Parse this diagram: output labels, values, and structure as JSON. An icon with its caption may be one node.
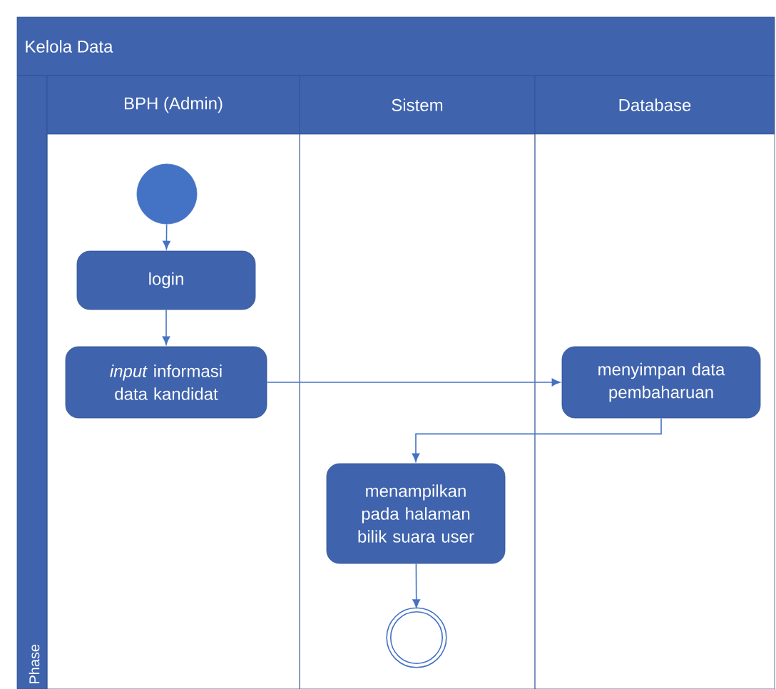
{
  "diagram": {
    "title": "Kelola Data",
    "nodes": [
      {
        "text": [
          "BPH (Admin)"
        ]
      },
      {
        "text": [
          "Sistem"
        ]
      },
      {
        "text": [
          "Database"
        ]
      },
      {
        "text": [],
        "shape": "circle",
        "in": 0
      },
      {
        "text": [
          "login"
        ],
        "in": 0
      },
      {
        "text": [
          "*input* informasi data kandidat"
        ],
        "in": 0
      },
      {
        "text": [
          "menyimpan data pembaharuan"
        ],
        "in": 2
      },
      {
        "text": [
          "menampilkan pada halaman bilik suara user"
        ],
        "in": 1
      },
      {
        "text": [],
        "shape": "bullseye",
        "in": 1
      }
    ],
    "edges": [
      {
        "from": 3,
        "to": 4,
        "arrow": "to"
      },
      {
        "from": 4,
        "to": 5,
        "arrow": "to"
      },
      {
        "from": 5,
        "to": 6,
        "arrow": "to"
      },
      {
        "from": 6,
        "to": 7,
        "arrow": "to"
      },
      {
        "from": 7,
        "to": 8,
        "arrow": "to"
      }
    ],
    "labels": [
      "Phase"
    ]
  }
}
